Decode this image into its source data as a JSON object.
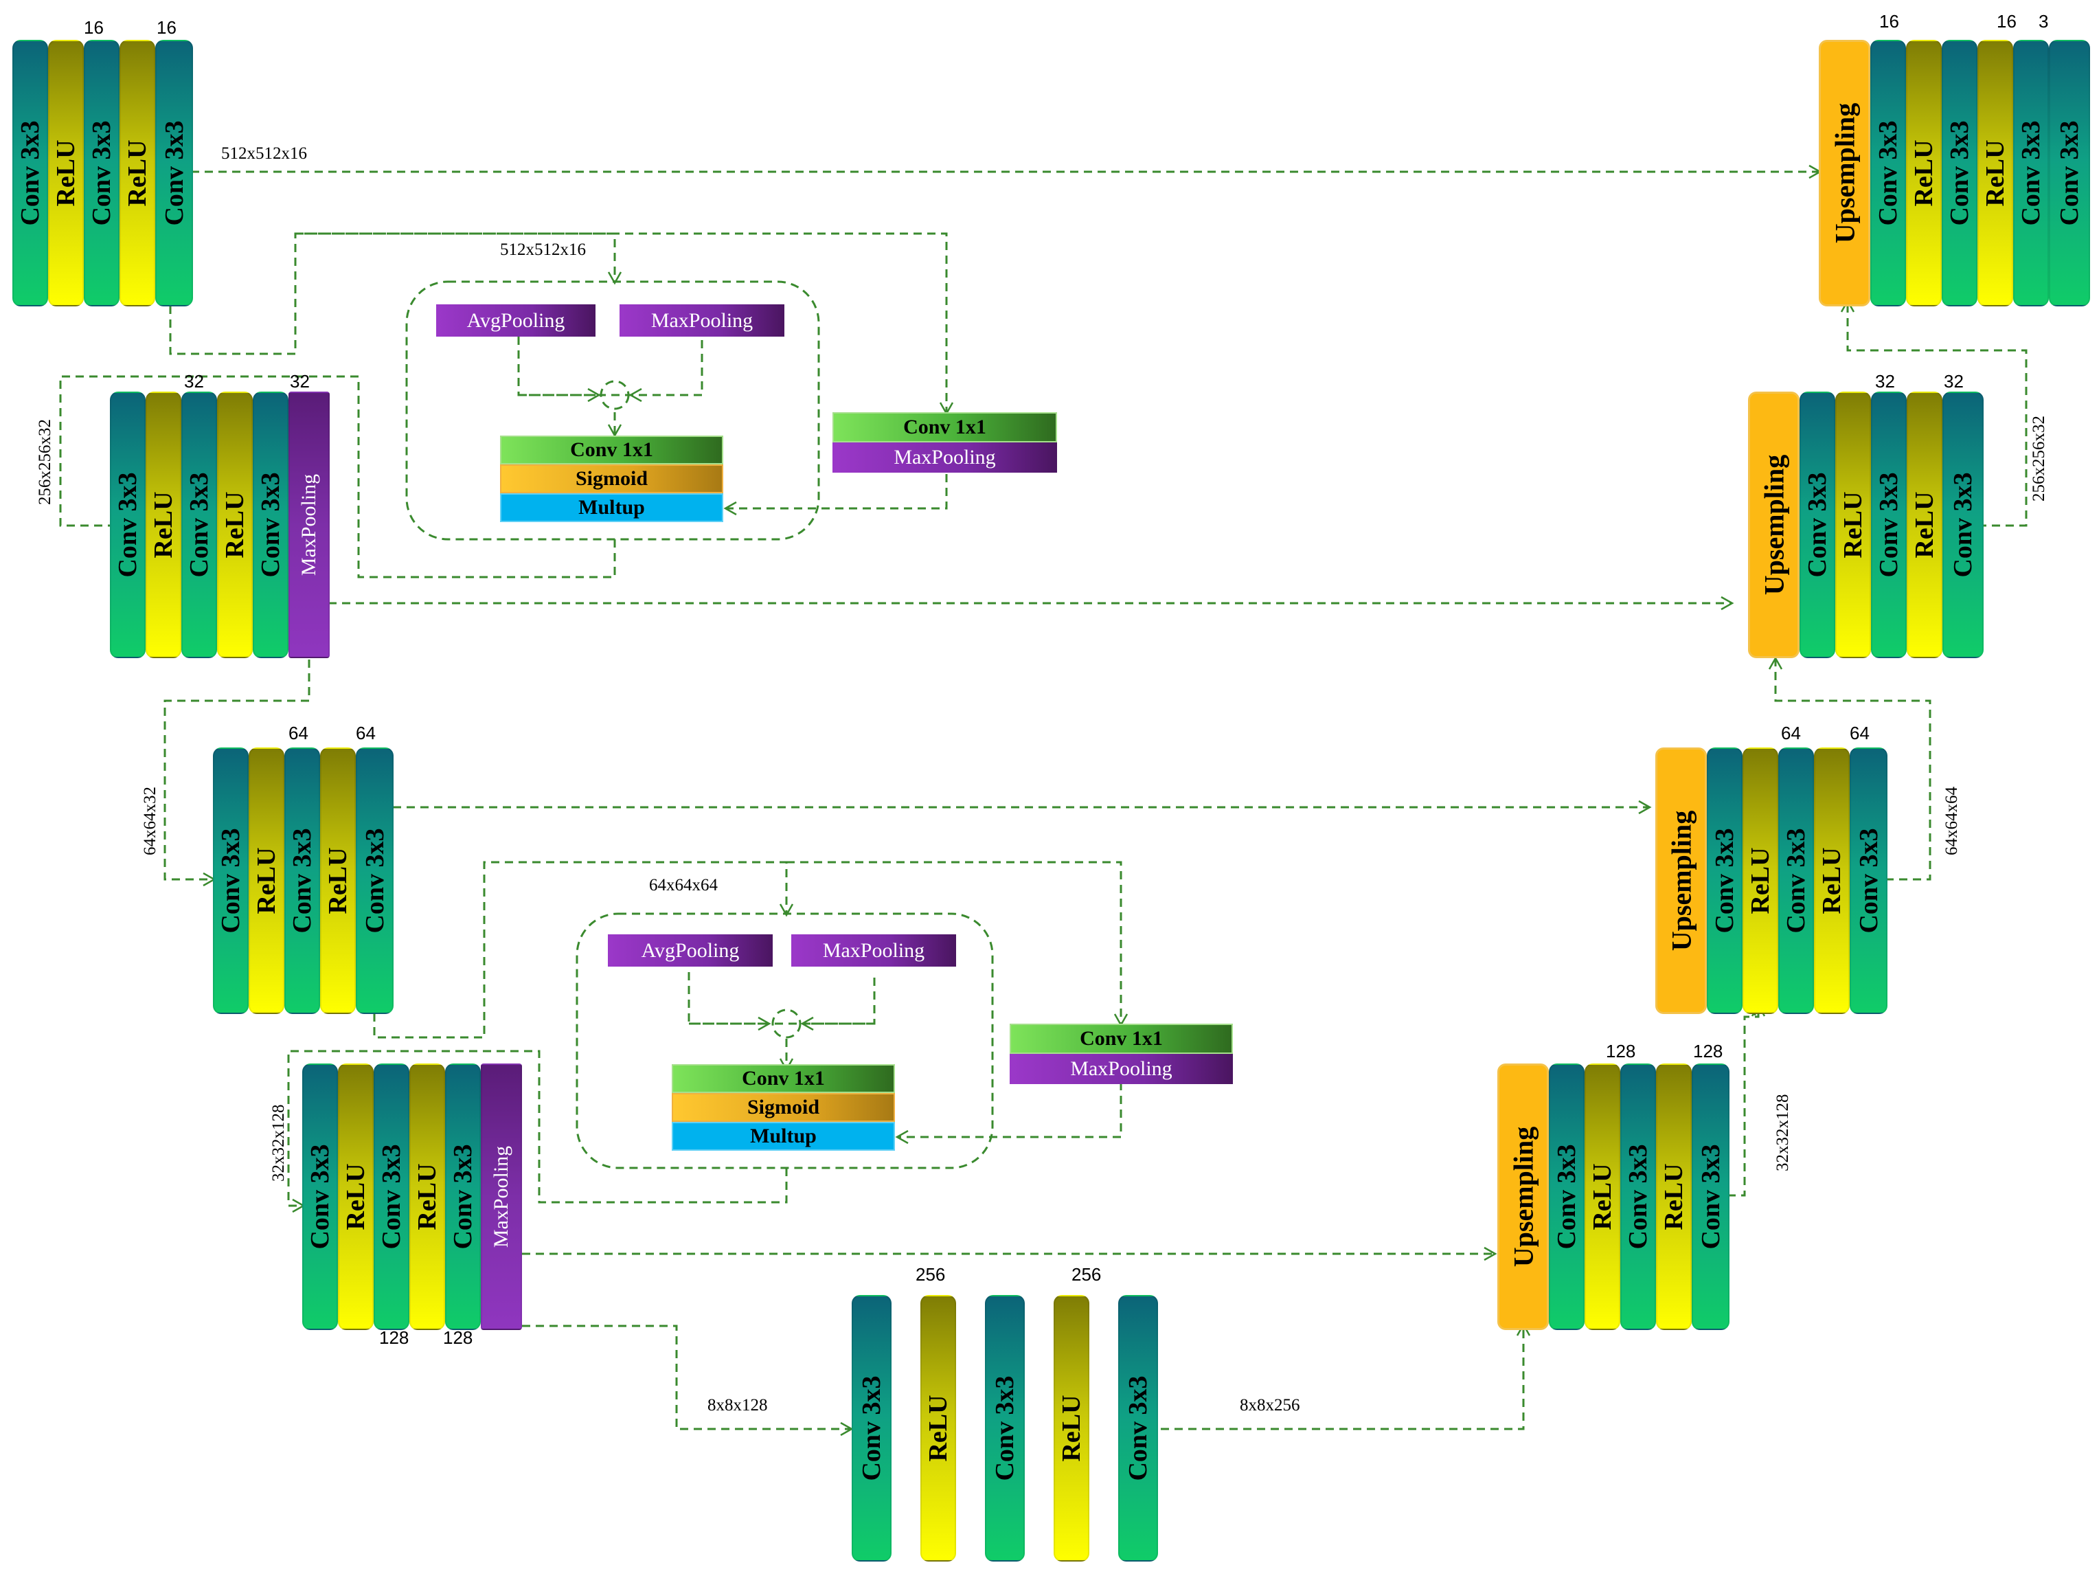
{
  "blocks": {
    "enc1": {
      "labels": [
        "Conv 3x3",
        "ReLU",
        "Conv 3x3",
        "ReLU",
        "Conv 3x3"
      ],
      "nums": [
        "16",
        "16"
      ]
    },
    "enc2": {
      "labels": [
        "Conv 3x3",
        "ReLU",
        "Conv 3x3",
        "ReLU",
        "Conv 3x3",
        "MaxPooling"
      ],
      "nums": [
        "32",
        "32"
      ]
    },
    "enc3": {
      "labels": [
        "Conv 3x3",
        "ReLU",
        "Conv 3x3",
        "ReLU",
        "Conv 3x3"
      ],
      "nums": [
        "64",
        "64"
      ]
    },
    "enc4": {
      "labels": [
        "Conv 3x3",
        "ReLU",
        "Conv 3x3",
        "ReLU",
        "Conv 3x3",
        "MaxPooling"
      ],
      "nums": [
        "128",
        "128"
      ]
    },
    "bottleneck": {
      "labels": [
        "Conv 3x3",
        "ReLU",
        "Conv 3x3",
        "ReLU",
        "Conv 3x3"
      ],
      "nums": [
        "256",
        "256"
      ]
    },
    "dec4": {
      "labels": [
        "Upsempling",
        "Conv 3x3",
        "ReLU",
        "Conv 3x3",
        "ReLU",
        "Conv 3x3"
      ],
      "nums": [
        "128",
        "128"
      ]
    },
    "dec3": {
      "labels": [
        "Upsempling",
        "Conv 3x3",
        "ReLU",
        "Conv 3x3",
        "ReLU",
        "Conv 3x3"
      ],
      "nums": [
        "64",
        "64"
      ]
    },
    "dec2": {
      "labels": [
        "Upsempling",
        "Conv 3x3",
        "ReLU",
        "Conv 3x3",
        "ReLU",
        "Conv 3x3"
      ],
      "nums": [
        "32",
        "32"
      ]
    },
    "dec1": {
      "labels": [
        "Upsempling",
        "Conv 3x3",
        "ReLU",
        "Conv 3x3",
        "ReLU",
        "Conv 3x3",
        "Conv 3x3"
      ],
      "nums": [
        "16",
        "16",
        "3"
      ]
    }
  },
  "attention": {
    "avg": "AvgPooling",
    "max": "MaxPooling",
    "conv": "Conv 1x1",
    "sigmoid": "Sigmoid",
    "mul": "Multup",
    "side_conv": "Conv 1x1",
    "side_pool": "MaxPooling"
  },
  "dims": {
    "d1": "512x512x16",
    "d1b": "512x512x16",
    "d2": "256x256x32",
    "d2r": "256x256x32",
    "d3": "64x64x32",
    "d3b": "64x64x64",
    "d3r": "64x64x64",
    "d4": "32x32x128",
    "d4r": "32x32x128",
    "d5": "8x8x128",
    "d6": "8x8x256"
  },
  "colors": {
    "wire": "#3a8a2e",
    "conv": "#10cc68",
    "relu": "#ffff00",
    "pool": "#8f36bf",
    "ups": "#fdb913",
    "mul": "#00b2ee"
  }
}
